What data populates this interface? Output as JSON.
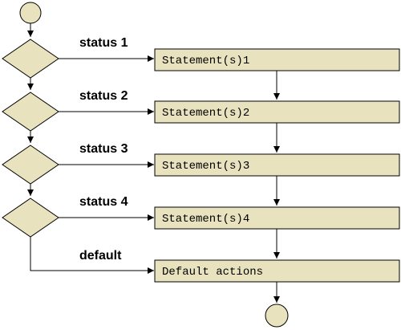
{
  "colors": {
    "fill": "#E8E2BE",
    "stroke": "#000000",
    "background": "#FFFFFF"
  },
  "nodes": {
    "start": "start-terminal",
    "end": "end-terminal"
  },
  "branches": [
    {
      "condition": "status 1",
      "statement": "Statement(s)1"
    },
    {
      "condition": "status 2",
      "statement": "Statement(s)2"
    },
    {
      "condition": "status 3",
      "statement": "Statement(s)3"
    },
    {
      "condition": "status 4",
      "statement": "Statement(s)4"
    }
  ],
  "default_branch": {
    "condition": "default",
    "statement": "Default actions"
  }
}
